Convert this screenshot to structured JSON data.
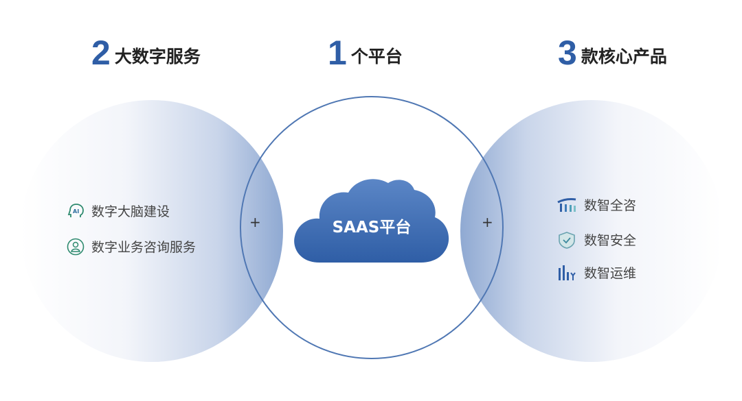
{
  "headers": [
    {
      "num": "2",
      "text": "大数字服务"
    },
    {
      "num": "1",
      "text": "个平台"
    },
    {
      "num": "3",
      "text": "款核心产品"
    }
  ],
  "left": {
    "items": [
      {
        "icon": "ai-head-icon",
        "label": "数字大脑建设"
      },
      {
        "icon": "consultant-icon",
        "label": "数字业务咨询服务"
      }
    ]
  },
  "center": {
    "label": "SAAS平台",
    "plus": "+"
  },
  "right": {
    "items": [
      {
        "icon": "bar-chart-icon",
        "label": "数智全咨"
      },
      {
        "icon": "shield-check-icon",
        "label": "数智安全"
      },
      {
        "icon": "ops-chart-icon",
        "label": "数智运维"
      }
    ]
  },
  "colors": {
    "accent": "#2f5ea6",
    "cloud": "#3e6db4"
  }
}
